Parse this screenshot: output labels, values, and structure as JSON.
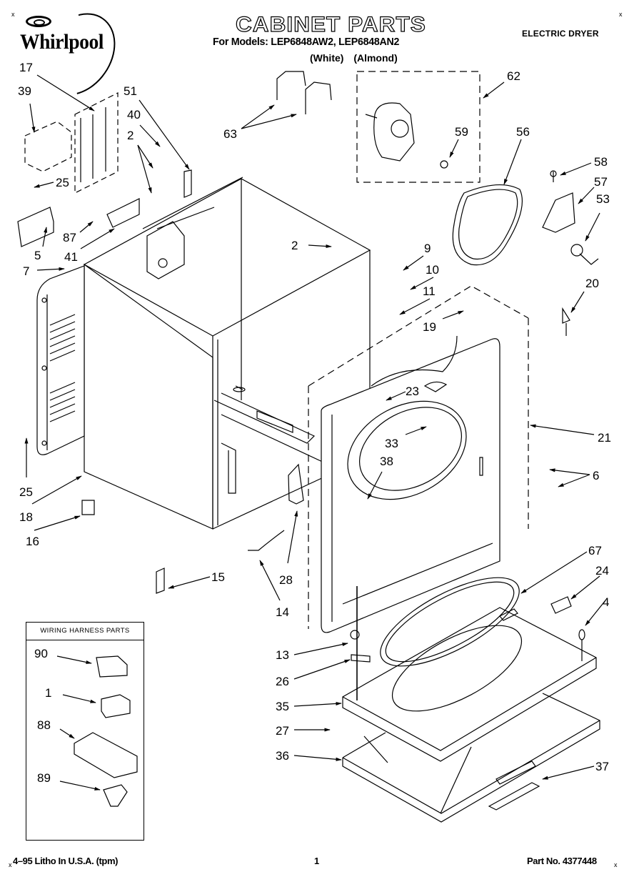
{
  "header": {
    "brand": "Whirlpool",
    "title": "CABINET PARTS",
    "models_line": "For Models: LEP6848AW2, LEP6848AN2",
    "color_variants": "(White)   (Almond)",
    "document_type": "ELECTRIC DRYER",
    "corner_mark": "x"
  },
  "callouts": {
    "c17": "17",
    "c39": "39",
    "c51": "51",
    "c40": "40",
    "c2a": "2",
    "c25a": "25",
    "c87": "87",
    "c5": "5",
    "c41": "41",
    "c7": "7",
    "c2b": "2",
    "c63": "63",
    "c62": "62",
    "c59": "59",
    "c56": "56",
    "c58": "58",
    "c57": "57",
    "c53": "53",
    "c9": "9",
    "c10": "10",
    "c11": "11",
    "c19": "19",
    "c20": "20",
    "c23": "23",
    "c33": "33",
    "c38": "38",
    "c21": "21",
    "c6": "6",
    "c25b": "25",
    "c18": "18",
    "c16": "16",
    "c15": "15",
    "c28": "28",
    "c14": "14",
    "c67": "67",
    "c24": "24",
    "c4": "4",
    "c13": "13",
    "c26": "26",
    "c35": "35",
    "c27": "27",
    "c36": "36",
    "c37": "37"
  },
  "wiring_harness": {
    "title": "WIRING HARNESS PARTS",
    "items": [
      {
        "number": "90"
      },
      {
        "number": "1"
      },
      {
        "number": "88"
      },
      {
        "number": "89"
      }
    ]
  },
  "footer": {
    "print_info": "4–95 Litho In U.S.A. (tpm)",
    "page_number": "1",
    "part_number": "Part No. 4377448"
  }
}
